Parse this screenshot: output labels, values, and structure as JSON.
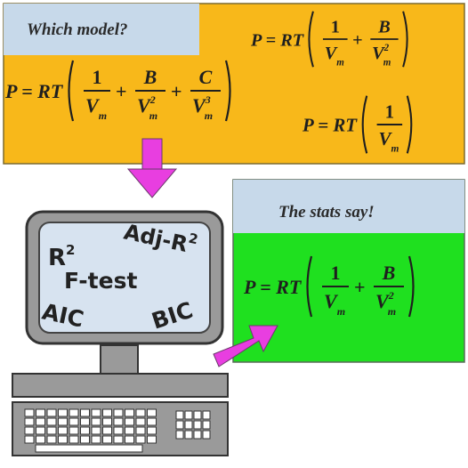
{
  "top_panel": {
    "header": "Which model?",
    "colors": {
      "panel": "#f8b81a",
      "header_bg": "#c7d9ea"
    },
    "models": [
      {
        "lhs": "P = RT",
        "terms": [
          [
            "1",
            "V",
            "m",
            ""
          ],
          [
            "B",
            "V",
            "m",
            "2"
          ]
        ]
      },
      {
        "lhs": "P = RT",
        "terms": [
          [
            "1",
            "V",
            "m",
            ""
          ],
          [
            "B",
            "V",
            "m",
            "2"
          ],
          [
            "C",
            "V",
            "m",
            "3"
          ]
        ]
      },
      {
        "lhs": "P = RT",
        "terms": [
          [
            "1",
            "V",
            "m",
            ""
          ]
        ]
      }
    ]
  },
  "result_panel": {
    "header": "The stats say!",
    "colors": {
      "panel": "#1fe01f",
      "header_bg": "#c7d9ea"
    },
    "equation": {
      "lhs": "P = RT",
      "terms": [
        [
          "1",
          "V",
          "m",
          ""
        ],
        [
          "B",
          "V",
          "m",
          "2"
        ]
      ]
    }
  },
  "computer": {
    "screen_bg": "#d7e3f0",
    "body_color": "#9a9a9a",
    "stats": {
      "r2": "R",
      "r2_sup": "2",
      "adj": "Adj-R",
      "adj_sup": "2",
      "ftest": "F-test",
      "aic": "AIC",
      "bic": "BIC"
    }
  },
  "arrows": {
    "color": "#e83ee0"
  }
}
